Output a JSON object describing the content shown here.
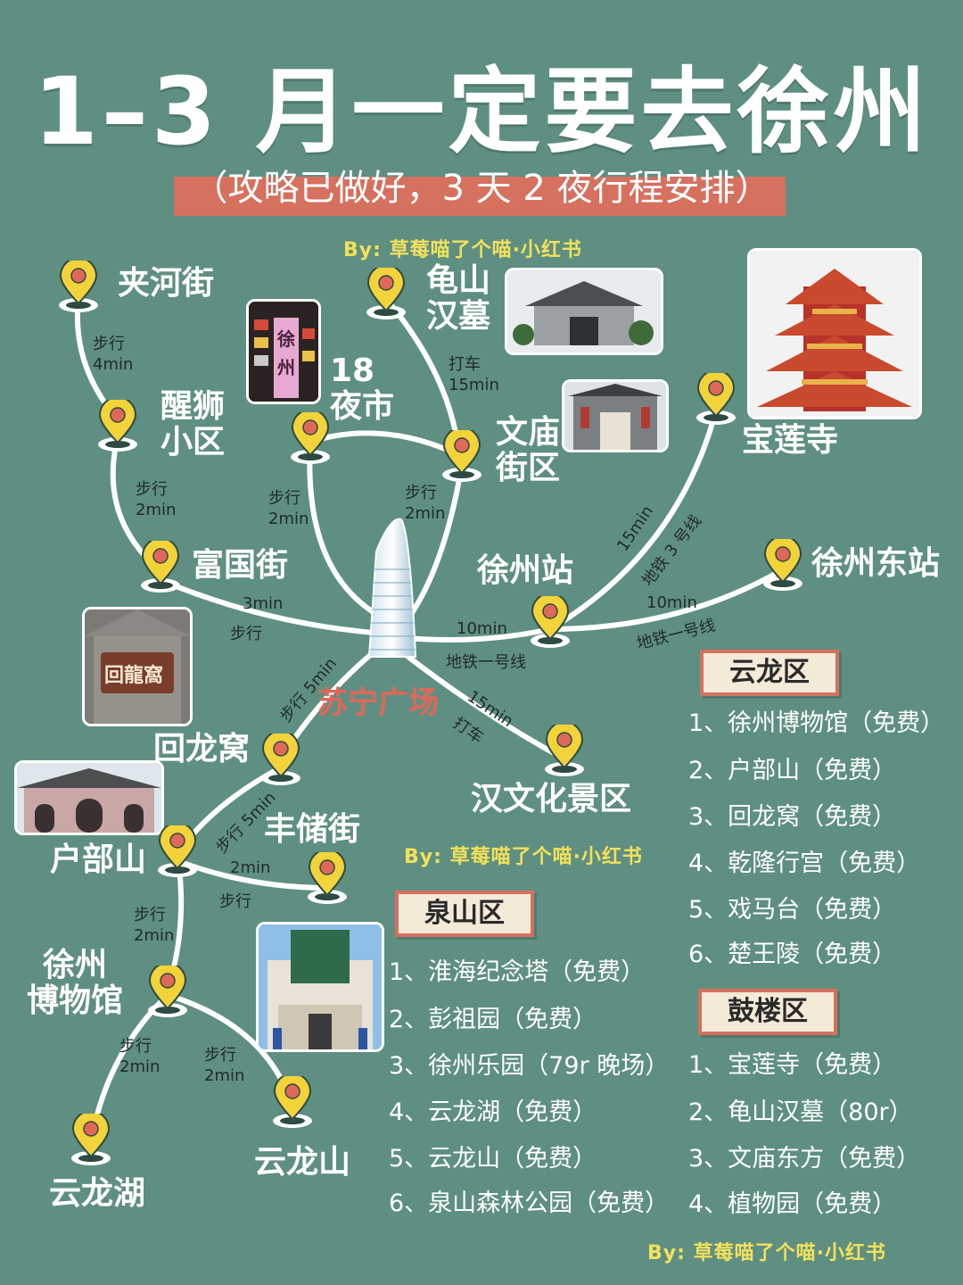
{
  "title": "1–3 月一定要去徐州",
  "subtitle": "（攻略已做好，3 天 2 夜行程安排）",
  "credit": "By: 草莓喵了个喵·小红书",
  "center": "苏宁广场",
  "places": {
    "jiahe": "夹河街",
    "xingshi": "醒狮\n小区",
    "yeshi": "18\n夜市",
    "guishan": "龟山\n汉墓",
    "wenmiao": "文庙\n街区",
    "baolian": "宝莲寺",
    "fuguo": "富国街",
    "xuzhouzhan": "徐州站",
    "xuzhoudong": "徐州东站",
    "huilongwo": "回龙窝",
    "hanwenhua": "汉文化景区",
    "hubushan": "户部山",
    "fengchu": "丰储街",
    "bowuguan": "徐州\n博物馆",
    "yunlonghu": "云龙湖",
    "yunlongshan": "云龙山"
  },
  "routes": {
    "jiahe_xingshi": "步行\n4min",
    "xingshi_fuguo": "步行\n2min",
    "yeshi_center": "步行\n2min",
    "wenmiao_center": "步行\n2min",
    "guishan_wenmiao": "打车\n15min",
    "fuguo_center_time": "3min",
    "fuguo_center_mode": "步行",
    "center_station_time": "10min",
    "center_station_mode": "地铁一号线",
    "station_baolian_time": "15min",
    "station_baolian_mode": "地铁 3 号线",
    "station_east_time": "10min",
    "station_east_mode": "地铁一号线",
    "center_hanwenhua_time": "15min",
    "center_hanwenhua_mode": "打车",
    "center_huilongwo": "步行 5min",
    "huilongwo_hubushan": "步行 5min",
    "hubushan_fengchu_time": "2min",
    "hubushan_fengchu_mode": "步行",
    "hubushan_bowuguan": "步行\n2min",
    "bowuguan_yunlonghu": "步行\n2min",
    "bowuguan_yunlongshan": "步行\n2min"
  },
  "districts": {
    "yunlong": {
      "name": "云龙区",
      "items": [
        "1、徐州博物馆（免费）",
        "2、户部山（免费）",
        "3、回龙窝（免费）",
        "4、乾隆行宫（免费）",
        "5、戏马台（免费）",
        "6、楚王陵（免费）"
      ]
    },
    "quanshan": {
      "name": "泉山区",
      "items": [
        "1、淮海纪念塔（免费）",
        "2、彭祖园（免费）",
        "3、徐州乐园（79r 晚场）",
        "4、云龙湖（免费）",
        "5、云龙山（免费）",
        "6、泉山森林公园（免费）"
      ]
    },
    "gulou": {
      "name": "鼓楼区",
      "items": [
        "1、宝莲寺（免费）",
        "2、龟山汉墓（80r）",
        "3、文庙东方（免费）",
        "4、植物园（免费）"
      ]
    }
  },
  "photo_texts": {
    "yeshi_sign": "徐州",
    "huilongwo_sign": "回龍窩"
  },
  "colors": {
    "background": "#5f8f82",
    "accent": "#d6705f",
    "pin_yellow": "#f2d33a",
    "pin_red": "#e0685a",
    "credit_yellow": "#f3e15a"
  }
}
